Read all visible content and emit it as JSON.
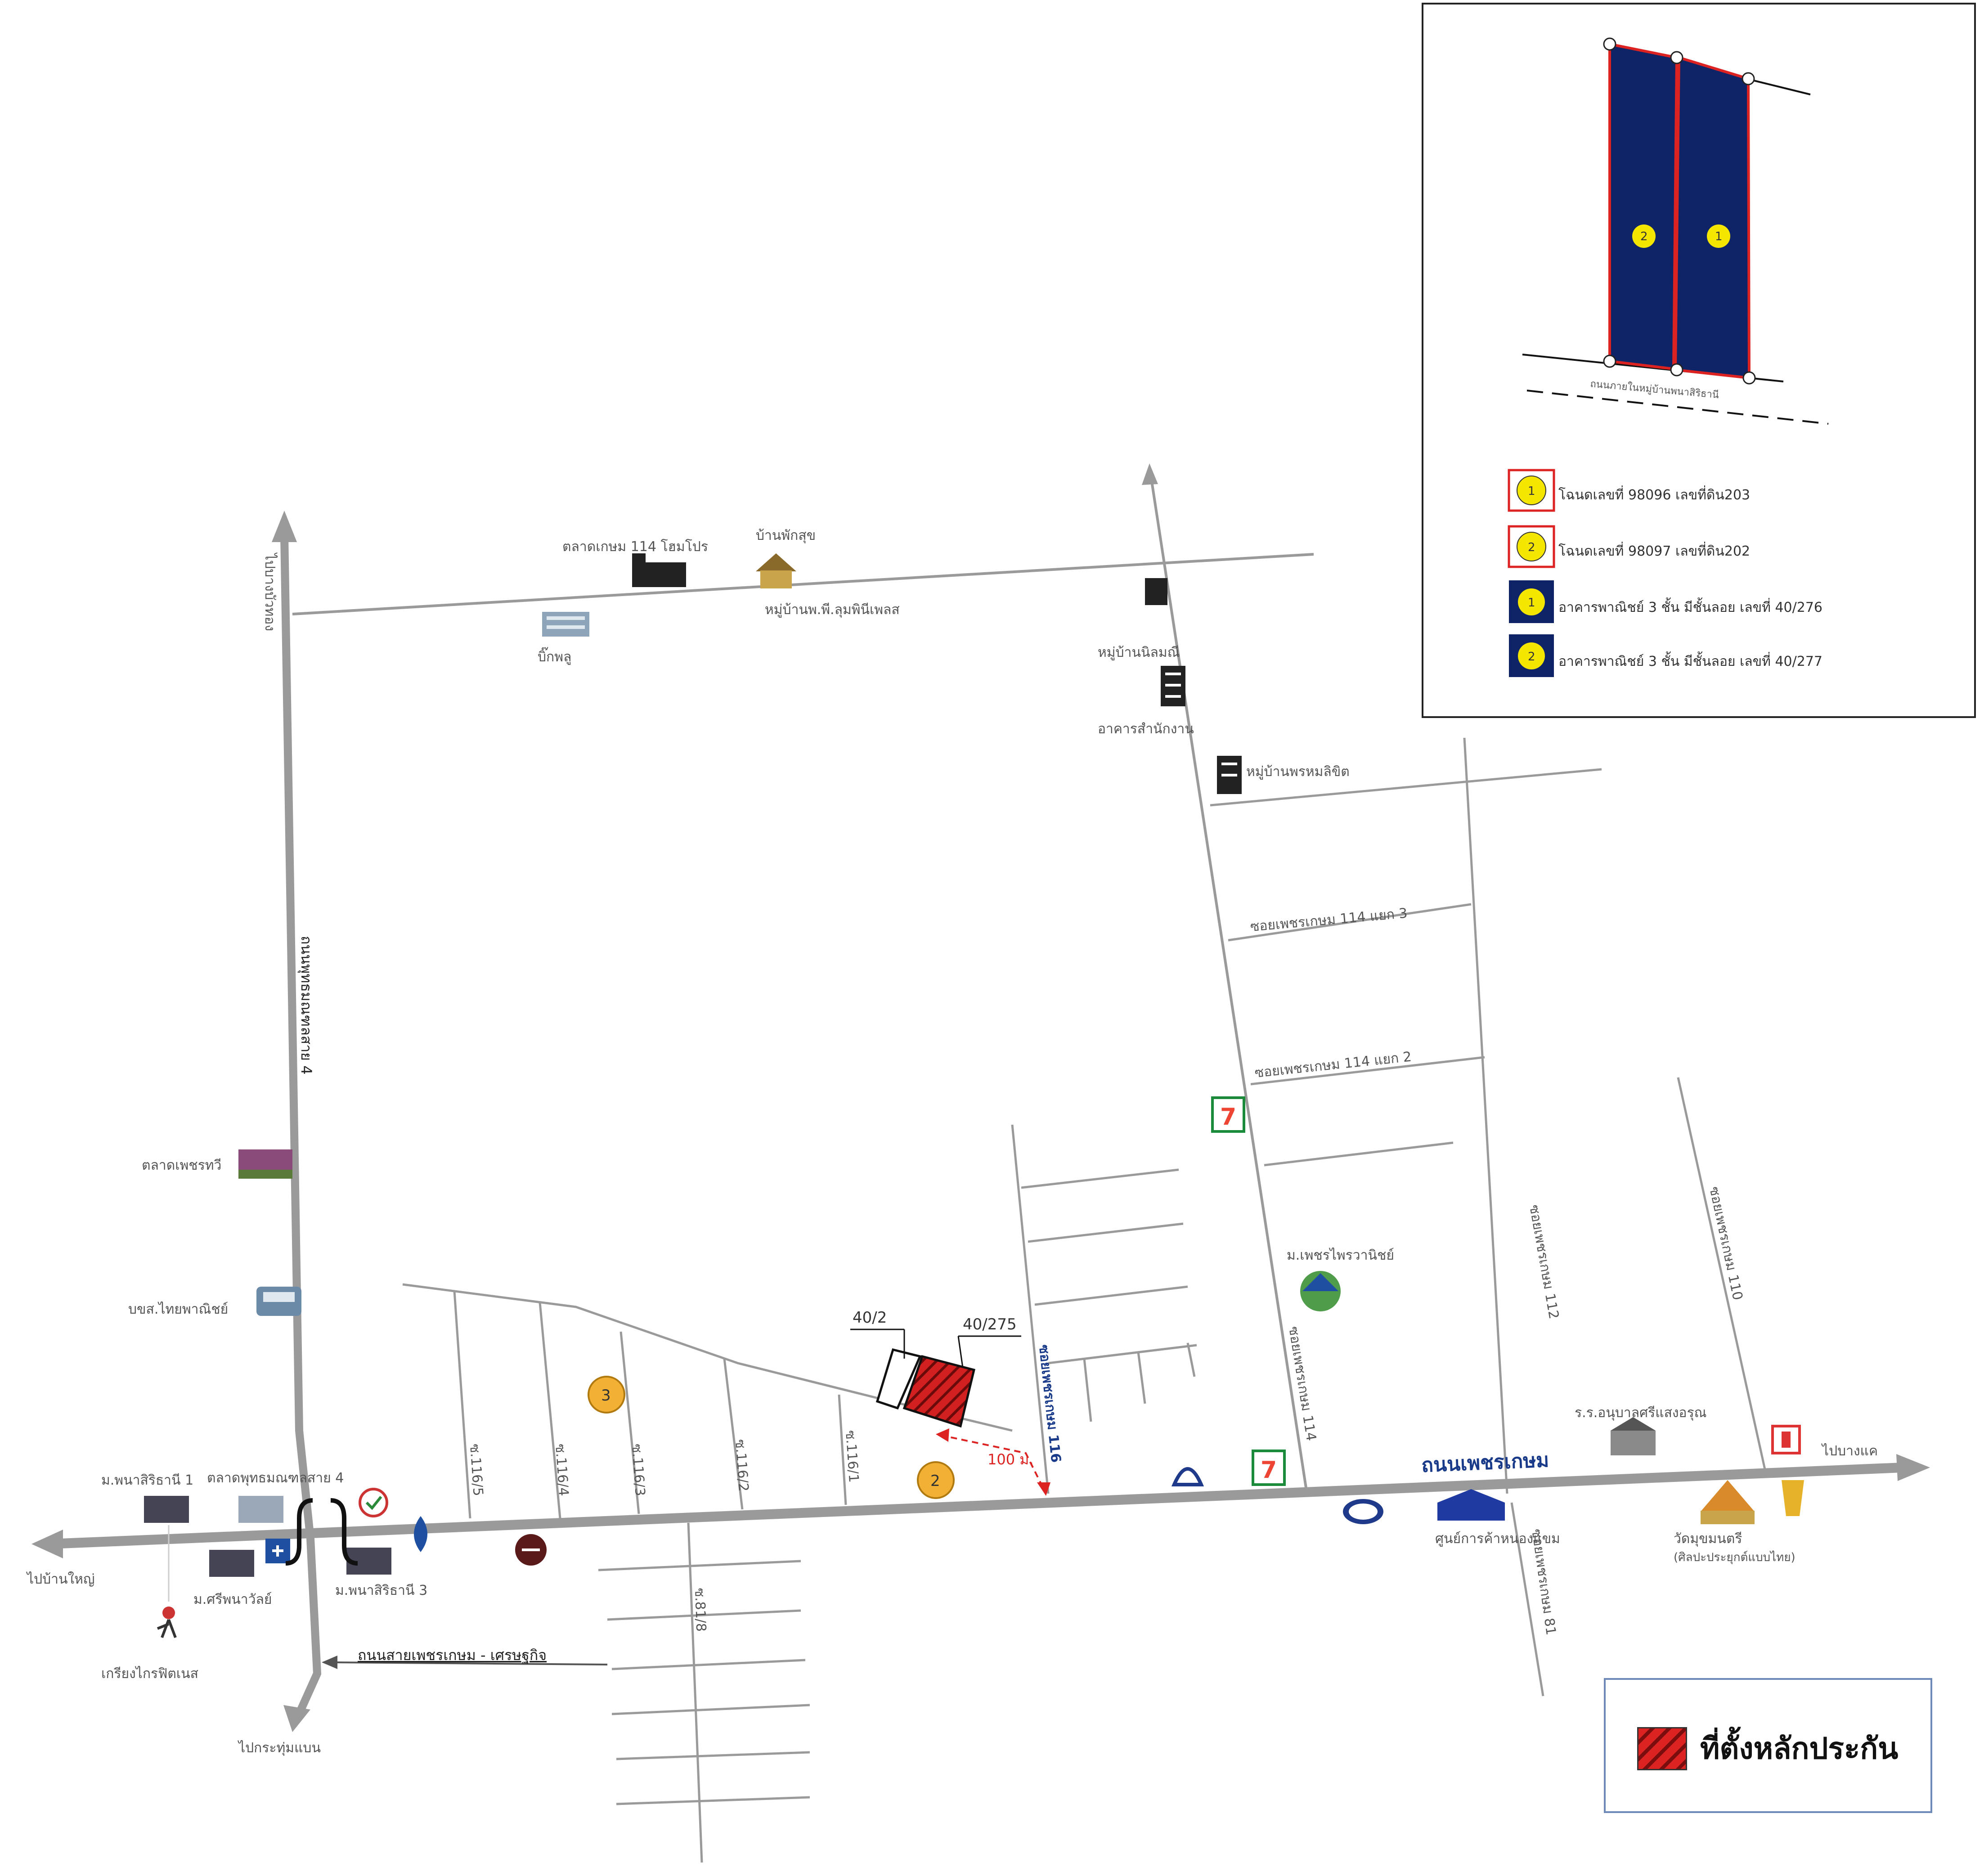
{
  "directions": {
    "north_left": "ไปบางบัวทอง",
    "west": "ไปบ้านใหญ่",
    "south": "ไปกระทุ่มแบน",
    "east": "ไปบางแค"
  },
  "roads": {
    "main_road": "ถนนเพชรเกษม",
    "vertical_left": "ถนนพุทธมณฑลสาย 4",
    "bottom_connector": "ถนนสายเพชรเกษม - เศรษฐกิจ",
    "soi_116": "ซอยเพชรเกษม 116",
    "soi_114": "ซอยเพชรเกษม 114",
    "soi_112": "ซอยเพชรเกษม 112",
    "soi_110": "ซอยเพชรเกษม 110",
    "soi_114_3": "ซอยเพชรเกษม 114 แยก 3",
    "soi_114_2": "ซอยเพชรเกษม 114 แยก 2",
    "soi_81": "ซอยเพชรเกษม 81",
    "lanes": [
      "ซ.116/5",
      "ซ.116/4",
      "ซ.116/3",
      "ซ.116/2",
      "ซ.116/1"
    ],
    "lane_bottom": "ซ.81/8"
  },
  "landmarks": {
    "top_left_market": "ตลาดเกษม 114 โฮมโปร",
    "top_house": "บ้านพักสุข",
    "top_village": "หมู่บ้านพ.พี.ลุมพินีเพลส",
    "top_building": "บิ๊กพลู",
    "right_bldg_top": "หมู่บ้านนิลมณี",
    "right_tower": "อาคารสำนักงาน",
    "right_mall": "หมู่บ้านพรหมลิขิต",
    "village_green": "ม.เพชรไพรวานิชย์",
    "temple_hall": "ร.ร.อนุบาลศรีแสงอรุณ",
    "wat_name": "วัดมุขมนตรี",
    "wat_sub": "(ศิลปะประยุกต์แบบไทย)",
    "gas_center": "ศูนย์การค้าหนองแขม",
    "west_market": "ตลาดเพชรทวี",
    "west_bus": "บขส.ไทยพาณิชย์",
    "west_village1": "ม.พนาสิริธานี 1",
    "west_market4": "ตลาดพุทธมณฑลสาย 4",
    "west_village2": "ม.ศรีพนาวัลย์",
    "west_village3": "ม.พนาสิริธานี 3",
    "runner": "เกรียงไกรฟิตเนส"
  },
  "plot_labels": {
    "left": "40/2",
    "right": "40/275",
    "marker2": "2",
    "marker3": "3",
    "distance": "100 ม."
  },
  "inset": {
    "road_label": "ถนนภายในหมู่บ้านพนาสิริธานี",
    "lot1": "1",
    "lot2": "2",
    "legend": [
      {
        "num": "1",
        "text": "โฉนดเลขที่ 98096  เลขที่ดิน203"
      },
      {
        "num": "2",
        "text": "โฉนดเลขที่ 98097  เลขที่ดิน202"
      },
      {
        "num": "1",
        "text": "อาคารพาณิชย์ 3 ชั้น มีชั้นลอย เลขที่ 40/276"
      },
      {
        "num": "2",
        "text": "อาคารพาณิชย์ 3 ชั้น มีชั้นลอย เลขที่ 40/277"
      }
    ]
  },
  "legend_main": "ที่ตั้งหลักประกัน",
  "colors": {
    "road": "#9a9a9a",
    "road_dark": "#7a7a7a",
    "main_road_label": "#1a3a8a",
    "plot_red": "#c91a1a",
    "marker_yellow": "#f2b134",
    "lot_blue": "#0f2466",
    "lot_marker": "#f5e600"
  }
}
